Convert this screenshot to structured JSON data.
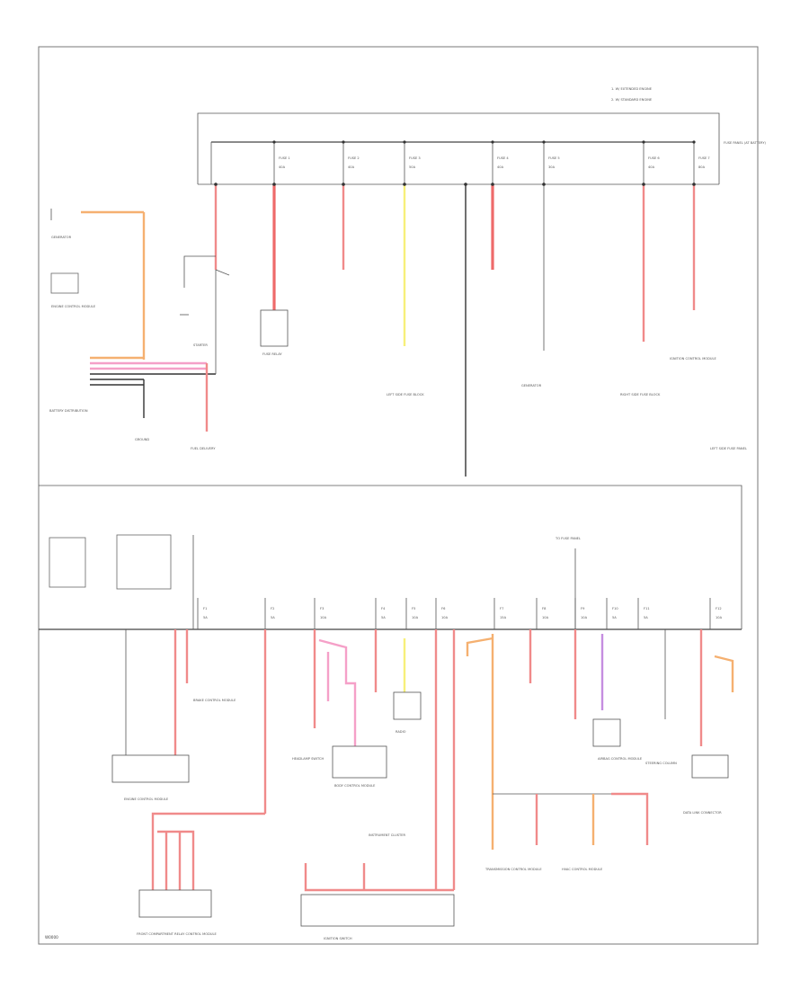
{
  "page": {
    "footer_code": "W0000"
  },
  "legend": {
    "line1": "1. W/ EXTENDED ENGINE",
    "line2": "2. W/ STANDARD ENGINE"
  },
  "top_box": {
    "title": "FUSE PANEL (AT BATTERY)",
    "fuses": [
      "FUSE 1",
      "FUSE 2",
      "FUSE 3",
      "FUSE 4",
      "FUSE 5",
      "FUSE 6",
      "FUSE 7"
    ],
    "amps": [
      "40A",
      "40A",
      "50A",
      "40A",
      "30A",
      "40A",
      "80A"
    ]
  },
  "top_labels": {
    "generator_top": "GENERATOR",
    "ground": "GROUND",
    "engine_control": "ENGINE CONTROL MODULE",
    "fuel_delivery": "FUEL DELIVERY",
    "starter": "STARTER",
    "battery": "BATTERY DISTRIBUTION",
    "fuse_relay": "FUSE RELAY",
    "block_lh": "LEFT SIDE FUSE BLOCK",
    "block_rh": "RIGHT SIDE FUSE BLOCK",
    "generator_mid": "GENERATOR",
    "ignition_module": "IGNITION CONTROL MODULE",
    "to_fuse_panel": "TO FUSE PANEL",
    "left_side_panel": "LEFT SIDE FUSE PANEL"
  },
  "bottom_box": {
    "fuses": [
      "F1",
      "F2",
      "F3",
      "F4",
      "F5",
      "F6",
      "F7",
      "F8",
      "F9",
      "F10",
      "F11",
      "F12"
    ],
    "amps": [
      "5A",
      "5A",
      "10A",
      "5A",
      "10A",
      "10A",
      "15A",
      "10A",
      "10A",
      "5A",
      "5A",
      "10A"
    ]
  },
  "bottom_labels": {
    "engine_control": "ENGINE CONTROL MODULE",
    "front_module": "FRONT COMPARTMENT RELAY CONTROL MODULE",
    "brake_module": "BRAKE CONTROL MODULE",
    "headlamp": "HEADLAMP SWITCH",
    "instrument": "INSTRUMENT CLUSTER",
    "radio": "RADIO",
    "body_module": "BODY CONTROL MODULE",
    "airbag": "AIRBAG CONTROL MODULE",
    "transmission": "TRANSMISSION CONTROL MODULE",
    "hvac": "HVAC CONTROL MODULE",
    "steering": "STEERING COLUMN",
    "ignition_switch": "IGNITION SWITCH",
    "data_link": "DATA LINK CONNECTOR"
  }
}
